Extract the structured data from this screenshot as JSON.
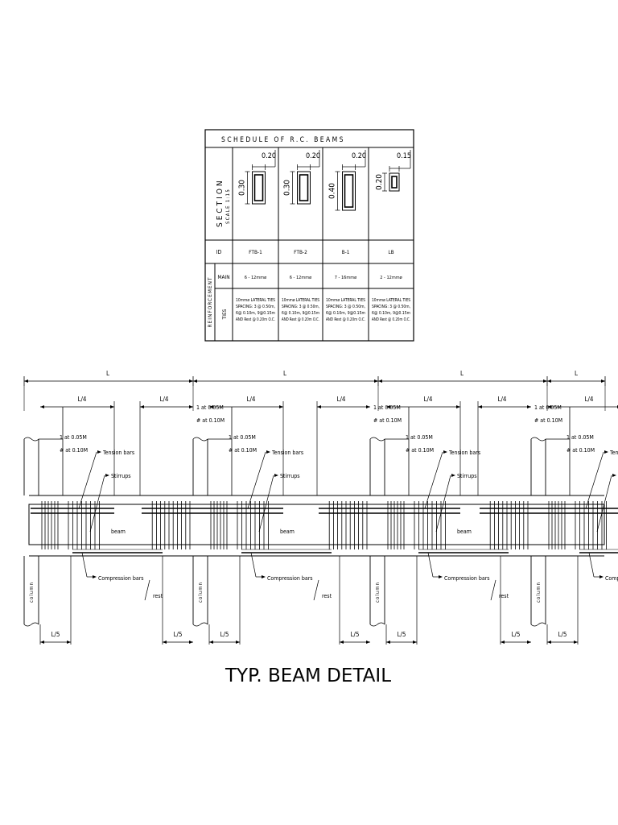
{
  "schedule": {
    "title": "SCHEDULE OF R.C. BEAMS",
    "section_label": "SECTION",
    "scale_label": "SCALE 1:15",
    "id_label": "ID",
    "reinforcement_label": "REINFORCEMENT",
    "main_label": "MAIN",
    "ties_label": "TIES",
    "columns": [
      {
        "id": "FTB-1",
        "width": "0.20",
        "depth": "0.30",
        "main": "6 - 12mmø",
        "ties": [
          "10mmø LATERAL TIES",
          "SPACING: 3 @ 0.50m,",
          "6@ 0.10m, 9@0.15m",
          "AND Rest @ 0.20m O.C."
        ]
      },
      {
        "id": "FTB-2",
        "width": "0.20",
        "depth": "0.30",
        "main": "6 - 12mmø",
        "ties": [
          "10mmø LATERAL TIES",
          "SPACING: 3 @ 0.50m,",
          "6@ 0.10m, 9@0.15m",
          "AND Rest @ 0.20m O.C."
        ]
      },
      {
        "id": "B-1",
        "width": "0.20",
        "depth": "0.40",
        "main": "7 - 16mmø",
        "ties": [
          "10mmø LATERAL TIES",
          "SPACING: 3 @ 0.50m,",
          "6@ 0.10m, 9@0.15m",
          "AND Rest @ 0.20m O.C."
        ]
      },
      {
        "id": "LB",
        "width": "0.15",
        "depth": "0.20",
        "main": "2 - 12mmø",
        "ties": [
          "10mmø LATERAL TIES",
          "SPACING: 3 @ 0.50m,",
          "6@ 0.10m, 9@0.15m",
          "AND Rest @ 0.20m O.C."
        ]
      }
    ]
  },
  "detail": {
    "title": "TYP. BEAM DETAIL",
    "span_label": "L",
    "quarter_label": "L/4",
    "fifth_label": "L/5",
    "spacing_1": "1 at 0.05M",
    "spacing_2": "# at 0.10M",
    "tension_label": "Tension bars",
    "stirrups_label": "Stirrups",
    "beam_label": "beam",
    "compression_label": "Compression bars",
    "rest_label": "rest",
    "column_label": "column"
  }
}
